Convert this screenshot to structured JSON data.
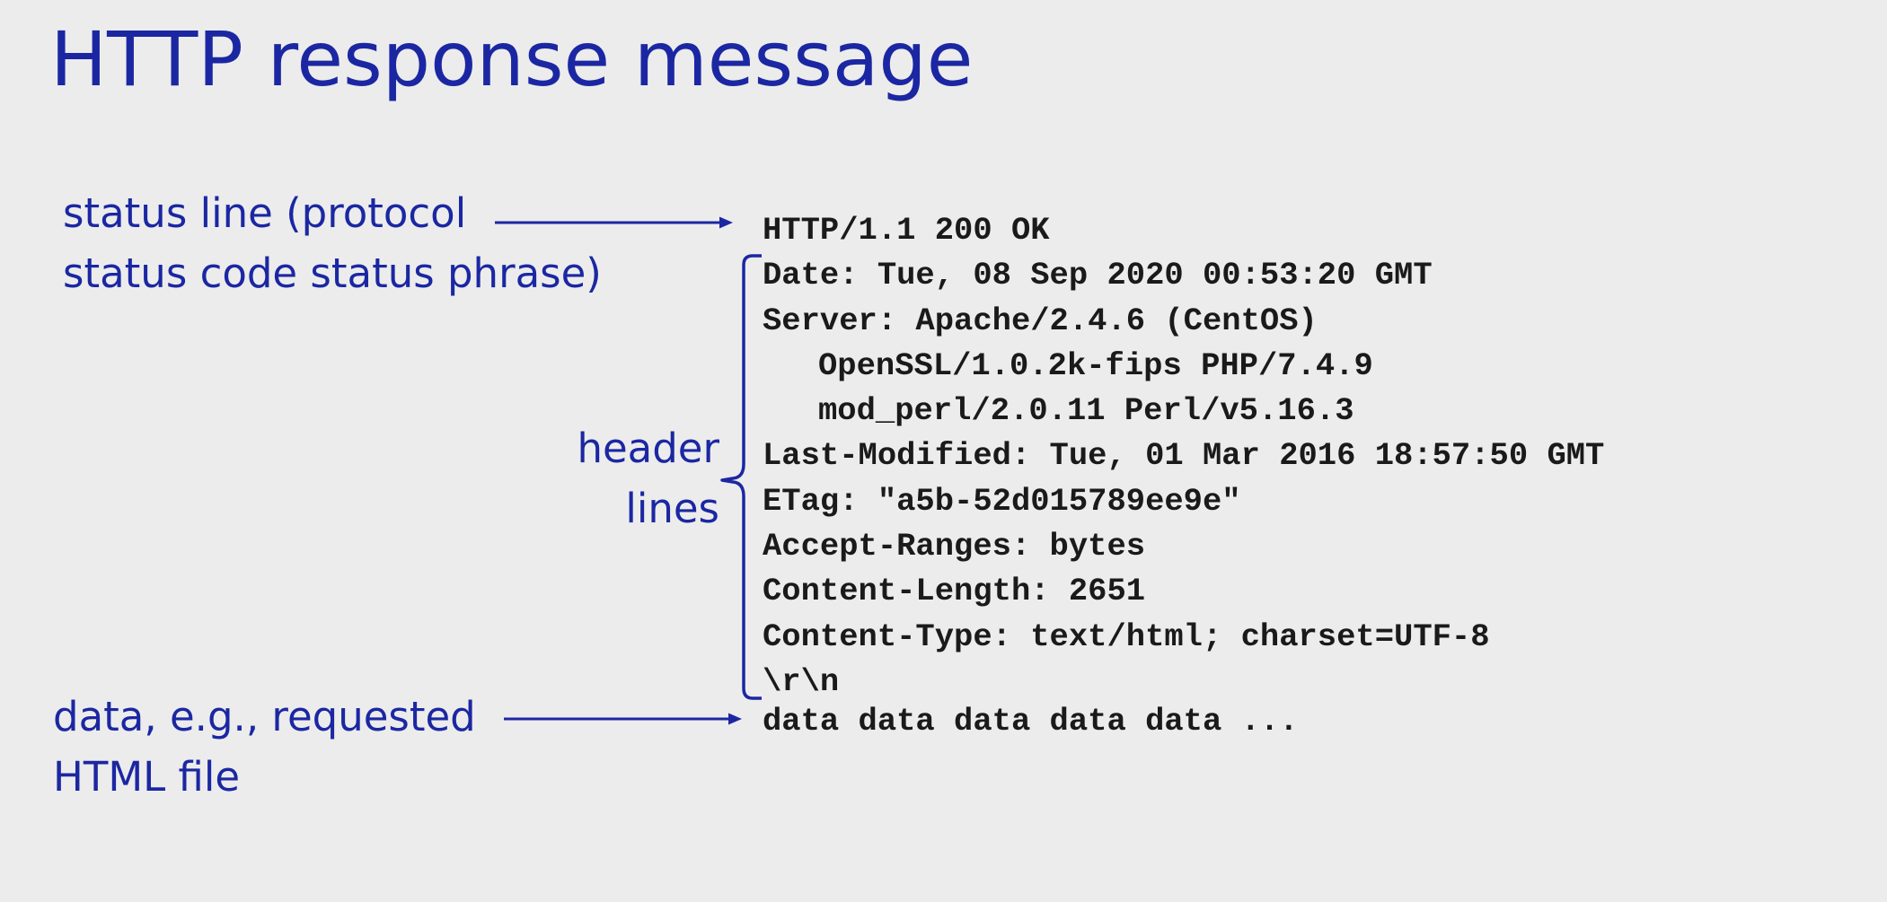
{
  "title": "HTTP response message",
  "annotations": {
    "status_line": [
      "status line (protocol",
      "status code status phrase)"
    ],
    "header_lines": [
      "header",
      "lines"
    ],
    "data": [
      "data, e.g.,  requested",
      "HTML file"
    ]
  },
  "message": {
    "status_line": "HTTP/1.1 200 OK",
    "header_lines": [
      "Date: Tue, 08 Sep 2020 00:53:20 GMT",
      "Server: Apache/2.4.6 (CentOS)",
      "OpenSSL/1.0.2k-fips PHP/7.4.9",
      "mod_perl/2.0.11 Perl/v5.16.3",
      "Last-Modified: Tue, 01 Mar 2016 18:57:50 GMT",
      "ETag: \"a5b-52d015789ee9e\"",
      "Accept-Ranges: bytes",
      "Content-Length: 2651",
      "Content-Type: text/html; charset=UTF-8"
    ],
    "blank_line": "\\r\\n",
    "body": "data data data data data ..."
  },
  "colors": {
    "background": "#ececec",
    "accent": "#1b27a2",
    "code_text": "#1a1a1a"
  }
}
